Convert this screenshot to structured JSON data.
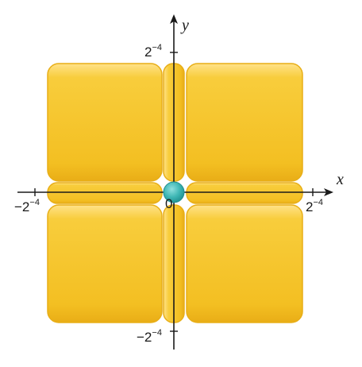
{
  "axes": {
    "x_name": "x",
    "y_name": "y",
    "origin": "0",
    "x_pos_label": {
      "base": "2",
      "exp": "−4"
    },
    "x_neg_label": {
      "base": "−2",
      "exp": "−4"
    },
    "y_pos_label": {
      "base": "2",
      "exp": "−4"
    },
    "y_neg_label": {
      "base": "−2",
      "exp": "−4"
    }
  },
  "colors": {
    "block_fill": "#f6c72e",
    "block_light": "#ffe79a",
    "block_edge": "#e8ae16",
    "nucleus_fill": "#3fb7b5",
    "nucleus_edge": "#1f8f90",
    "axis": "#1a1a1a"
  }
}
